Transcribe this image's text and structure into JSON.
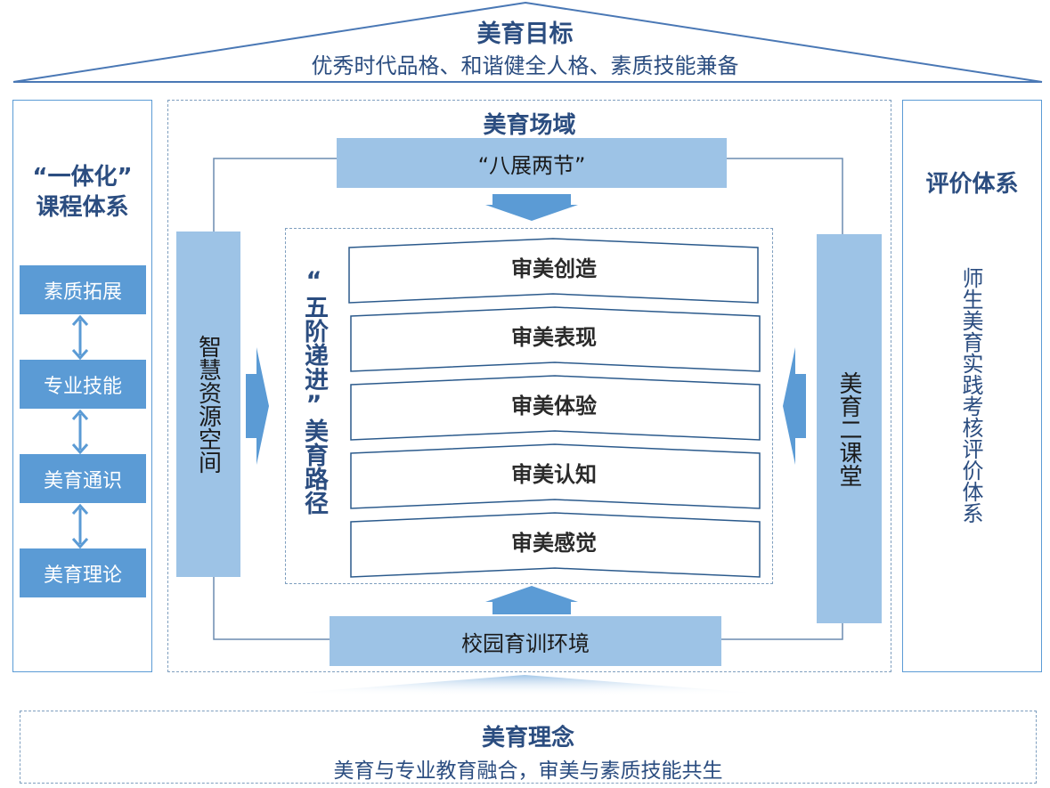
{
  "roof": {
    "title": "美育目标",
    "subtitle": "优秀时代品格、和谐健全人格、素质技能兼备"
  },
  "left_panel": {
    "title_line1": "“一体化”",
    "title_line2": "课程体系",
    "items": [
      "素质拓展",
      "专业技能",
      "美育通识",
      "美育理论"
    ]
  },
  "center": {
    "title": "美育场域",
    "top_box": "“八展两节”",
    "left_box": "智慧资源空间",
    "right_box": "美育二课堂",
    "bottom_box": "校园育训环境",
    "path_label": "“五阶递进”美育路径",
    "stages": [
      "审美创造",
      "审美表现",
      "审美体验",
      "审美认知",
      "审美感觉"
    ]
  },
  "right_panel": {
    "title": "评价体系",
    "body": "师生美育实践考核评价体系"
  },
  "foundation": {
    "title": "美育理念",
    "subtitle": "美育与专业教育融合，审美与素质技能共生"
  },
  "colors": {
    "navy": "#2b4d80",
    "light_blue": "#9dc3e6",
    "mid_blue": "#5b9bd5"
  }
}
